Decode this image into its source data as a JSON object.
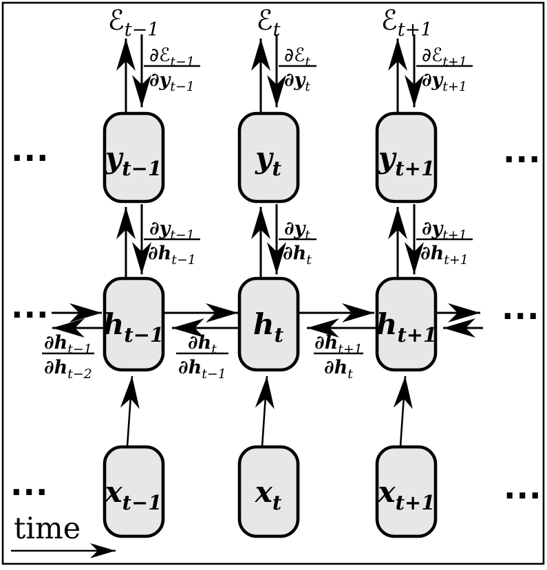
{
  "figure": {
    "description": "Unrolled recurrent neural network with backpropagation-through-time gradients",
    "ellipsis": "...",
    "time_axis_label": "time"
  },
  "colors": {
    "background": "#ffffff",
    "node_fill": "#e7e7e7",
    "line": "#000000"
  },
  "errors": [
    {
      "main": "ℰ",
      "sub": "t−1"
    },
    {
      "main": "ℰ",
      "sub": "t"
    },
    {
      "main": "ℰ",
      "sub": "t+1"
    }
  ],
  "nodes": {
    "y": [
      {
        "main": "y",
        "sub": "t−1"
      },
      {
        "main": "y",
        "sub": "t"
      },
      {
        "main": "y",
        "sub": "t+1"
      }
    ],
    "h": [
      {
        "main": "h",
        "sub": "t−1"
      },
      {
        "main": "h",
        "sub": "t"
      },
      {
        "main": "h",
        "sub": "t+1"
      }
    ],
    "x": [
      {
        "main": "x",
        "sub": "t−1"
      },
      {
        "main": "x",
        "sub": "t"
      },
      {
        "main": "x",
        "sub": "t+1"
      }
    ]
  },
  "gradients": {
    "error_wrt_y": [
      {
        "num_main": "∂ℰ",
        "num_sub": "t−1",
        "den_main": "∂y",
        "den_sub": "t−1"
      },
      {
        "num_main": "∂ℰ",
        "num_sub": "t",
        "den_main": "∂y",
        "den_sub": "t"
      },
      {
        "num_main": "∂ℰ",
        "num_sub": "t+1",
        "den_main": "∂y",
        "den_sub": "t+1"
      }
    ],
    "y_wrt_h": [
      {
        "num_main": "∂y",
        "num_sub": "t−1",
        "den_main": "∂h",
        "den_sub": "t−1"
      },
      {
        "num_main": "∂y",
        "num_sub": "t",
        "den_main": "∂h",
        "den_sub": "t"
      },
      {
        "num_main": "∂y",
        "num_sub": "t+1",
        "den_main": "∂h",
        "den_sub": "t+1"
      }
    ],
    "h_wrt_h": [
      {
        "num_main": "∂h",
        "num_sub": "t−1",
        "den_main": "∂h",
        "den_sub": "t−2"
      },
      {
        "num_main": "∂h",
        "num_sub": "t",
        "den_main": "∂h",
        "den_sub": "t−1"
      },
      {
        "num_main": "∂h",
        "num_sub": "t+1",
        "den_main": "∂h",
        "den_sub": "t"
      }
    ]
  }
}
